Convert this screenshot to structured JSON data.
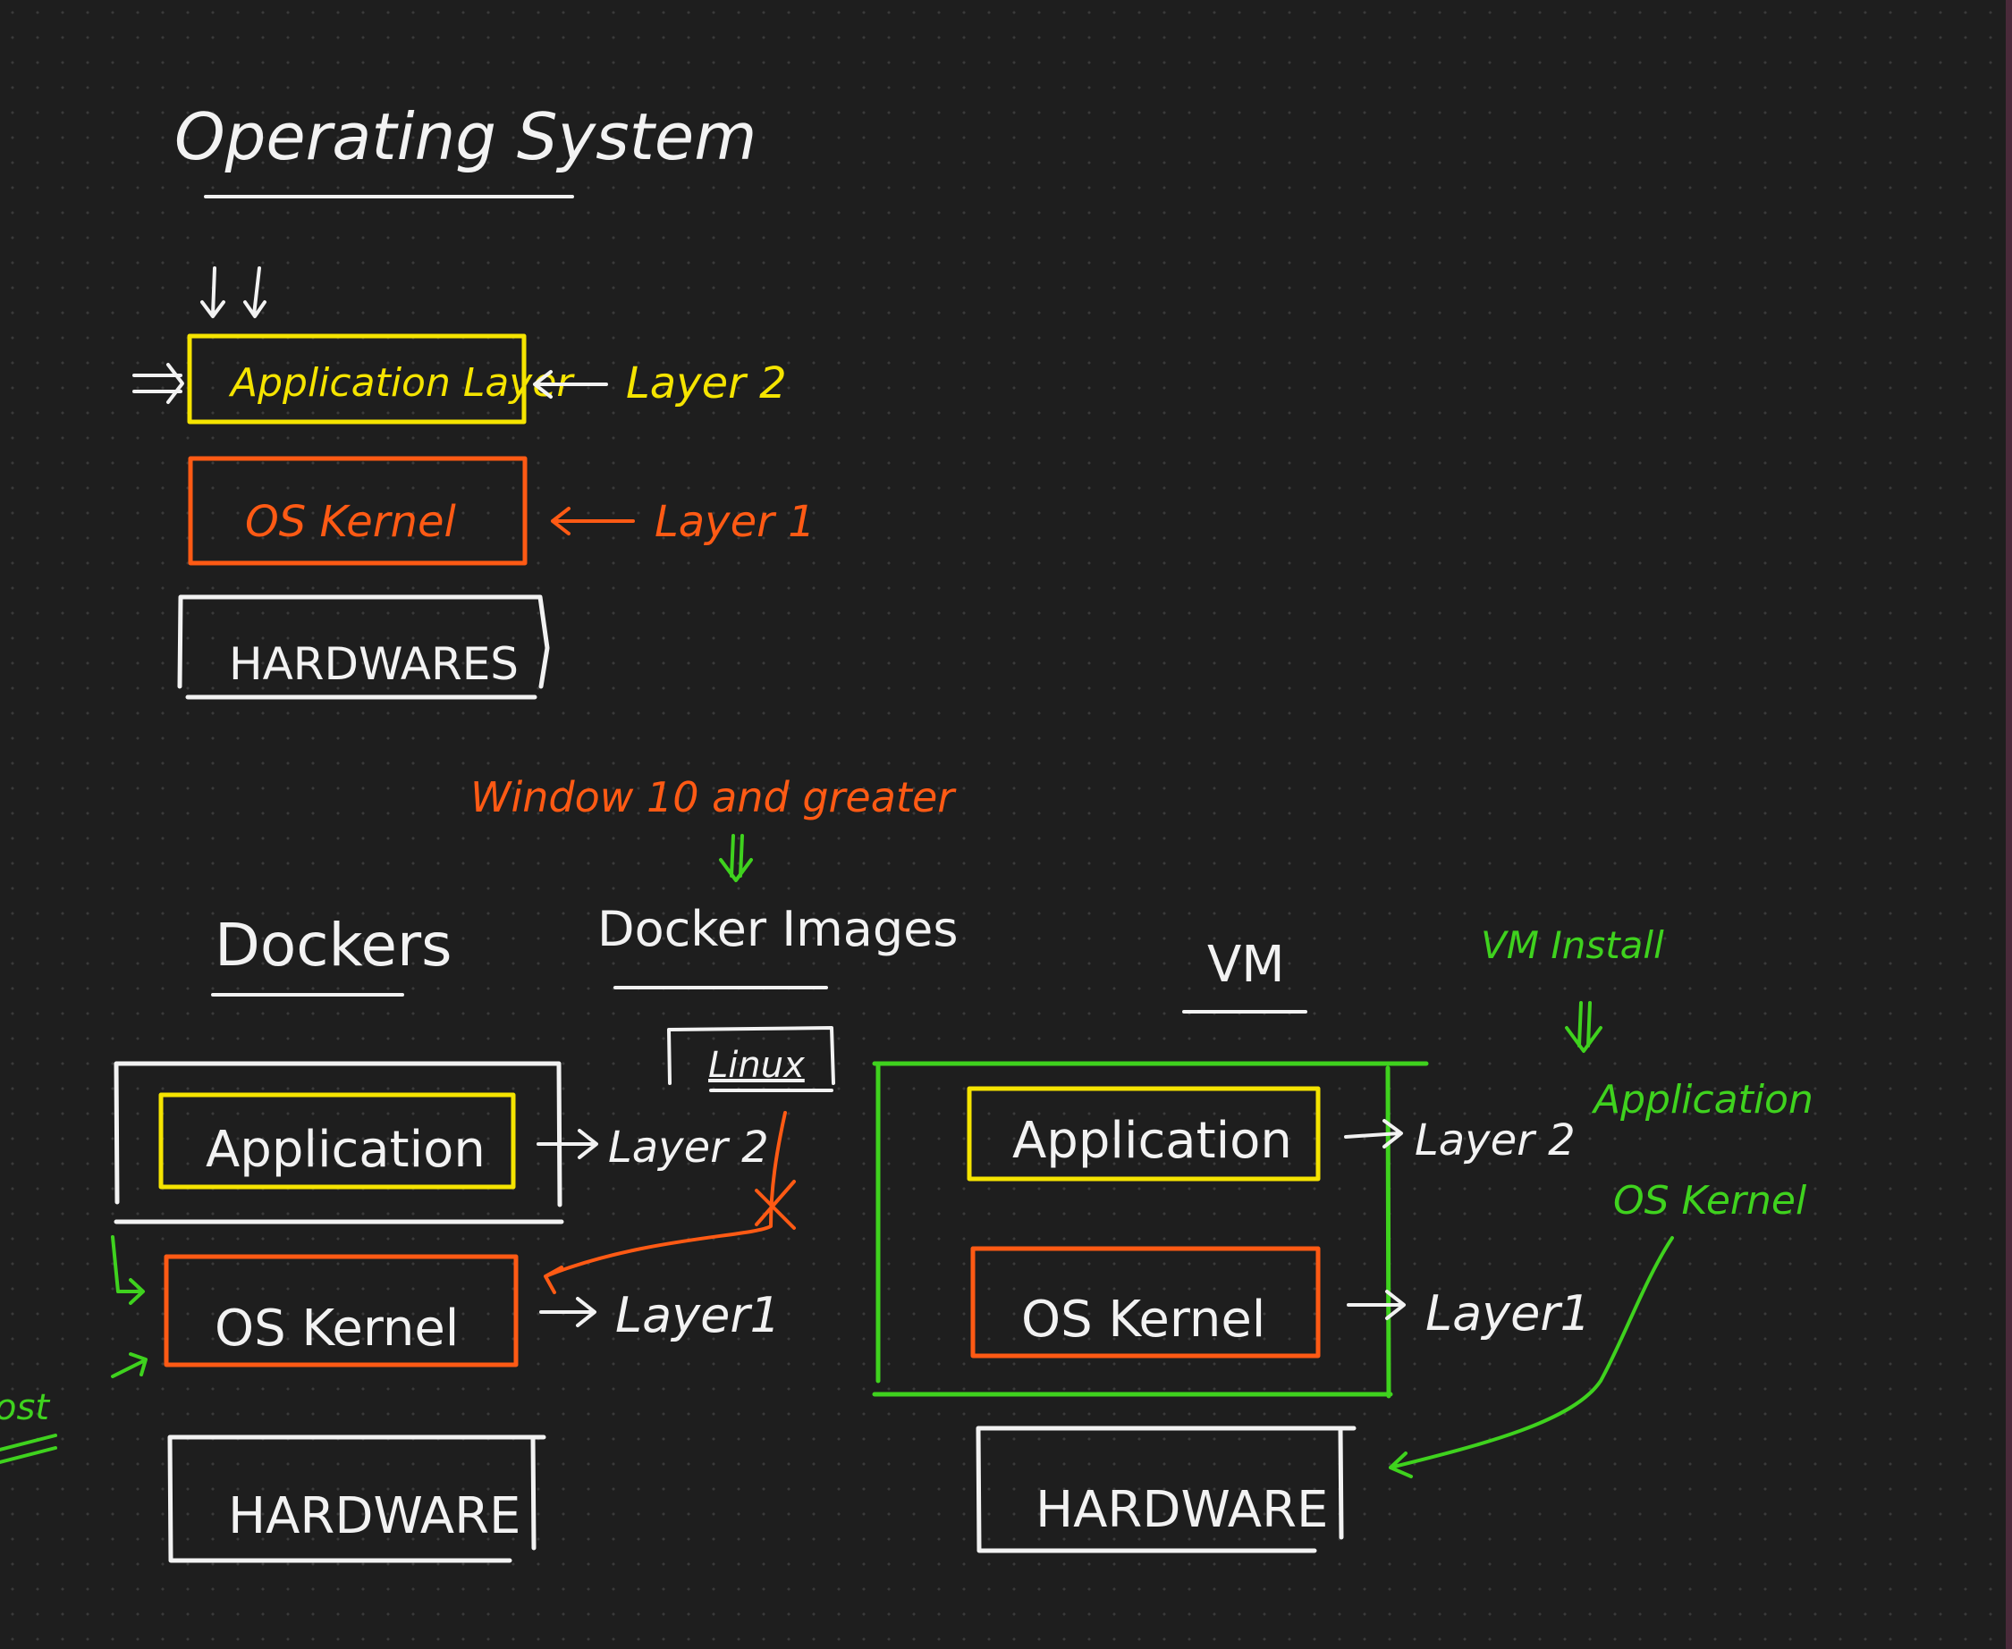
{
  "colors": {
    "background": "#1e1e1e",
    "white": "#f2f2f2",
    "yellow": "#f5e400",
    "orange": "#ff5a14",
    "green": "#3fd21e"
  },
  "os_section": {
    "title": "Operating System",
    "application_box": "Application Layer",
    "application_note": "Layer 2",
    "kernel_box": "OS Kernel",
    "kernel_note": "Layer 1",
    "hardware_box": "HARDWARES"
  },
  "docker_section": {
    "windows_note": "Window 10 and greater",
    "title": "Dockers",
    "images_title": "Docker Images",
    "linux_box": "Linux",
    "application_box": "Application",
    "application_note": "Layer 2",
    "kernel_box": "OS Kernel",
    "kernel_note": "Layer1",
    "hardware_box": "HARDWARE",
    "host_note": "ost"
  },
  "vm_section": {
    "title": "VM",
    "install_note": "VM Install",
    "install_app": "Application",
    "install_kernel": "OS Kernel",
    "application_box": "Application",
    "application_note": "Layer 2",
    "kernel_box": "OS Kernel",
    "kernel_note": "Layer1",
    "hardware_box": "HARDWARE"
  }
}
